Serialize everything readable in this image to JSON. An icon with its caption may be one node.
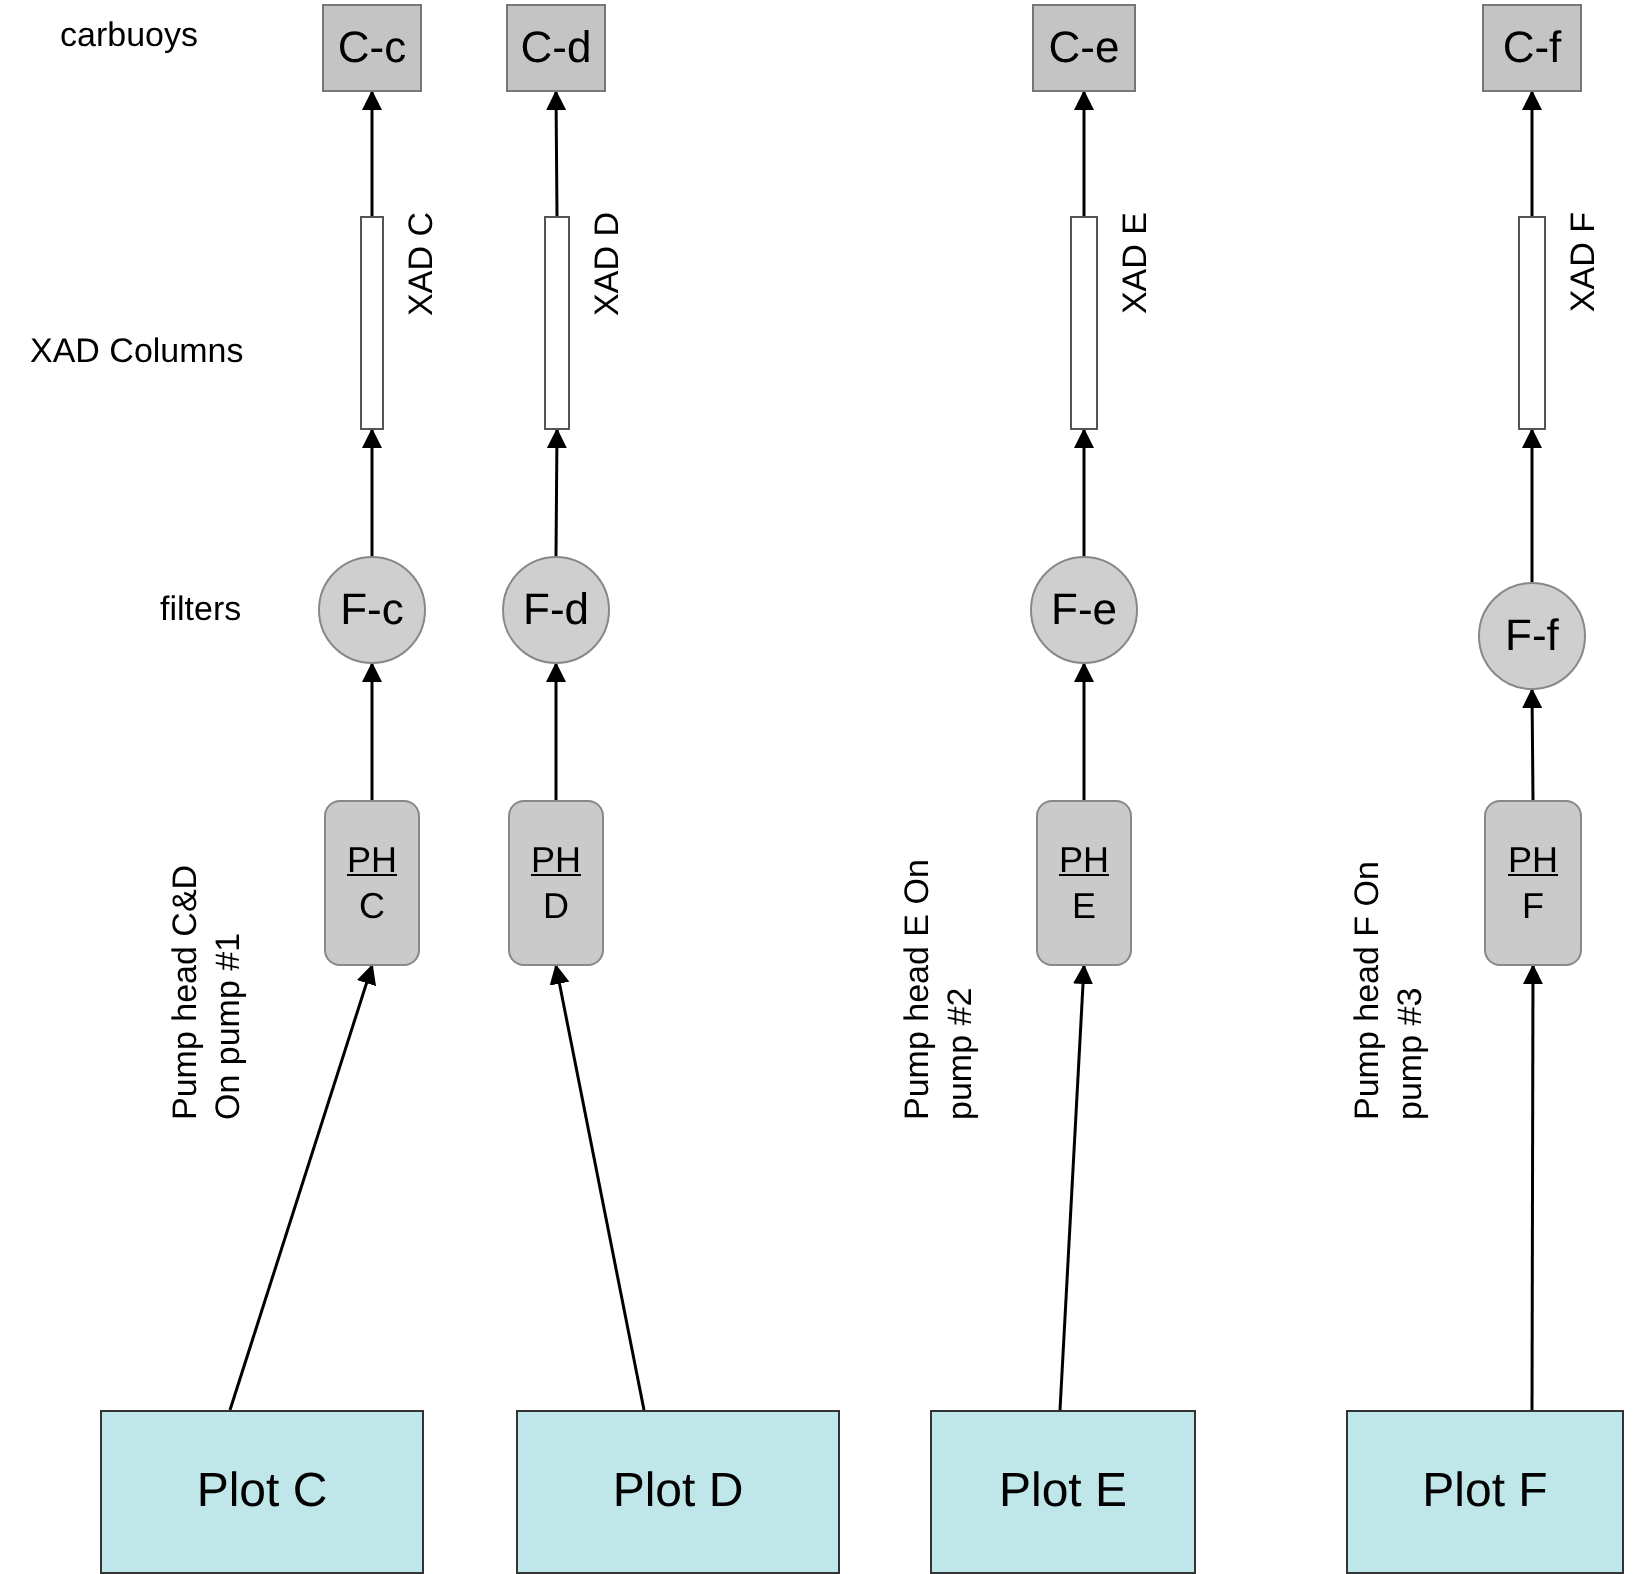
{
  "diagram": {
    "nodes": [
      {
        "text": [
          "C-c"
        ]
      },
      {
        "text": [
          "C-d"
        ]
      },
      {
        "text": [
          "C-e"
        ]
      },
      {
        "text": [
          "C-f"
        ]
      },
      {
        "text": [],
        "shape": "box",
        "beside": [
          "XAD C"
        ]
      },
      {
        "text": [],
        "shape": "box",
        "beside": [
          "XAD D"
        ]
      },
      {
        "text": [],
        "shape": "box",
        "beside": [
          "XAD E"
        ]
      },
      {
        "text": [],
        "shape": "box",
        "beside": [
          "XAD F"
        ]
      },
      {
        "text": [
          "F-c"
        ]
      },
      {
        "text": [
          "F-d"
        ]
      },
      {
        "text": [
          "F-e"
        ]
      },
      {
        "text": [
          "F-f"
        ]
      },
      {
        "text": [
          "PH",
          "C"
        ]
      },
      {
        "text": [
          "PH",
          "D"
        ]
      },
      {
        "text": [
          "PH",
          "E"
        ]
      },
      {
        "text": [
          "PH",
          "F"
        ]
      },
      {
        "text": [
          "Plot C"
        ]
      },
      {
        "text": [
          "Plot D"
        ]
      },
      {
        "text": [
          "Plot E"
        ]
      },
      {
        "text": [
          "Plot F"
        ]
      }
    ],
    "edges": [
      {
        "from": 16,
        "to": 12,
        "arrow": "to"
      },
      {
        "from": 17,
        "to": 13,
        "arrow": "to"
      },
      {
        "from": 18,
        "to": 14,
        "arrow": "to"
      },
      {
        "from": 19,
        "to": 15,
        "arrow": "to"
      },
      {
        "from": 12,
        "to": 8,
        "arrow": "to"
      },
      {
        "from": 13,
        "to": 9,
        "arrow": "to"
      },
      {
        "from": 14,
        "to": 10,
        "arrow": "to"
      },
      {
        "from": 15,
        "to": 11,
        "arrow": "to"
      },
      {
        "from": 8,
        "to": 4,
        "arrow": "to"
      },
      {
        "from": 9,
        "to": 5,
        "arrow": "to"
      },
      {
        "from": 10,
        "to": 6,
        "arrow": "to"
      },
      {
        "from": 11,
        "to": 7,
        "arrow": "to"
      },
      {
        "from": 4,
        "to": 0,
        "arrow": "to"
      },
      {
        "from": 5,
        "to": 1,
        "arrow": "to"
      },
      {
        "from": 6,
        "to": 2,
        "arrow": "to"
      },
      {
        "from": 7,
        "to": 3,
        "arrow": "to"
      }
    ],
    "labels": [
      "carbuoys",
      "XAD Columns",
      "filters",
      "Pump head C&D On pump #1",
      "Pump head E On pump #2",
      "Pump head F On pump #3"
    ]
  }
}
